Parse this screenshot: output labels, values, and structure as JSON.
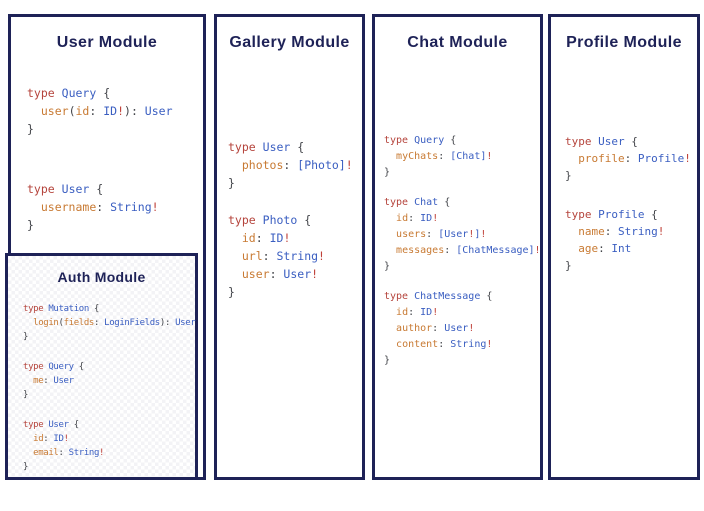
{
  "colors": {
    "navy": "#1e2257",
    "keyword": "#b5443c",
    "type": "#3a5ec1",
    "field": "#c87a33",
    "punct": "#43454a",
    "bang": "#bf4038",
    "checker": "#f3f3f6",
    "bg": "#ffffff"
  },
  "panels": {
    "user": {
      "title": "User Module",
      "code": [
        [
          [
            [
              "kw",
              "type"
            ],
            [
              "punct",
              " "
            ],
            [
              "type",
              "Query"
            ],
            [
              "punct",
              " {"
            ]
          ],
          [
            [
              "punct",
              "  "
            ],
            [
              "field",
              "user"
            ],
            [
              "punct",
              "("
            ],
            [
              "field",
              "id"
            ],
            [
              "punct",
              ": "
            ],
            [
              "type",
              "ID"
            ],
            [
              "bang",
              "!"
            ],
            [
              "punct",
              "): "
            ],
            [
              "type",
              "User"
            ]
          ],
          [
            [
              "punct",
              "}"
            ]
          ]
        ],
        [
          [
            [
              "kw",
              "type"
            ],
            [
              "punct",
              " "
            ],
            [
              "type",
              "User"
            ],
            [
              "punct",
              " {"
            ]
          ],
          [
            [
              "punct",
              "  "
            ],
            [
              "field",
              "username"
            ],
            [
              "punct",
              ": "
            ],
            [
              "type",
              "String"
            ],
            [
              "bang",
              "!"
            ]
          ],
          [
            [
              "punct",
              "}"
            ]
          ]
        ]
      ]
    },
    "auth": {
      "title": "Auth Module",
      "code": [
        [
          [
            [
              "kw",
              "type"
            ],
            [
              "punct",
              " "
            ],
            [
              "type",
              "Mutation"
            ],
            [
              "punct",
              " {"
            ]
          ],
          [
            [
              "punct",
              "  "
            ],
            [
              "field",
              "login"
            ],
            [
              "punct",
              "("
            ],
            [
              "field",
              "fields"
            ],
            [
              "punct",
              ": "
            ],
            [
              "type",
              "LoginFields"
            ],
            [
              "punct",
              "): "
            ],
            [
              "type",
              "User"
            ]
          ],
          [
            [
              "punct",
              "}"
            ]
          ]
        ],
        [
          [
            [
              "kw",
              "type"
            ],
            [
              "punct",
              " "
            ],
            [
              "type",
              "Query"
            ],
            [
              "punct",
              " {"
            ]
          ],
          [
            [
              "punct",
              "  "
            ],
            [
              "field",
              "me"
            ],
            [
              "punct",
              ": "
            ],
            [
              "type",
              "User"
            ]
          ],
          [
            [
              "punct",
              "}"
            ]
          ]
        ],
        [
          [
            [
              "kw",
              "type"
            ],
            [
              "punct",
              " "
            ],
            [
              "type",
              "User"
            ],
            [
              "punct",
              " {"
            ]
          ],
          [
            [
              "punct",
              "  "
            ],
            [
              "field",
              "id"
            ],
            [
              "punct",
              ": "
            ],
            [
              "type",
              "ID"
            ],
            [
              "bang",
              "!"
            ]
          ],
          [
            [
              "punct",
              "  "
            ],
            [
              "field",
              "email"
            ],
            [
              "punct",
              ": "
            ],
            [
              "type",
              "String"
            ],
            [
              "bang",
              "!"
            ]
          ],
          [
            [
              "punct",
              "}"
            ]
          ]
        ]
      ]
    },
    "gallery": {
      "title": "Gallery Module",
      "code": [
        [
          [
            [
              "kw",
              "type"
            ],
            [
              "punct",
              " "
            ],
            [
              "type",
              "User"
            ],
            [
              "punct",
              " {"
            ]
          ],
          [
            [
              "punct",
              "  "
            ],
            [
              "field",
              "photos"
            ],
            [
              "punct",
              ": "
            ],
            [
              "type",
              "[Photo]"
            ],
            [
              "bang",
              "!"
            ]
          ],
          [
            [
              "punct",
              "}"
            ]
          ]
        ],
        [
          [
            [
              "kw",
              "type"
            ],
            [
              "punct",
              " "
            ],
            [
              "type",
              "Photo"
            ],
            [
              "punct",
              " {"
            ]
          ],
          [
            [
              "punct",
              "  "
            ],
            [
              "field",
              "id"
            ],
            [
              "punct",
              ": "
            ],
            [
              "type",
              "ID"
            ],
            [
              "bang",
              "!"
            ]
          ],
          [
            [
              "punct",
              "  "
            ],
            [
              "field",
              "url"
            ],
            [
              "punct",
              ": "
            ],
            [
              "type",
              "String"
            ],
            [
              "bang",
              "!"
            ]
          ],
          [
            [
              "punct",
              "  "
            ],
            [
              "field",
              "user"
            ],
            [
              "punct",
              ": "
            ],
            [
              "type",
              "User"
            ],
            [
              "bang",
              "!"
            ]
          ],
          [
            [
              "punct",
              "}"
            ]
          ]
        ]
      ]
    },
    "chat": {
      "title": "Chat Module",
      "code": [
        [
          [
            [
              "kw",
              "type"
            ],
            [
              "punct",
              " "
            ],
            [
              "type",
              "Query"
            ],
            [
              "punct",
              " {"
            ]
          ],
          [
            [
              "punct",
              "  "
            ],
            [
              "field",
              "myChats"
            ],
            [
              "punct",
              ": "
            ],
            [
              "type",
              "[Chat]"
            ],
            [
              "bang",
              "!"
            ]
          ],
          [
            [
              "punct",
              "}"
            ]
          ]
        ],
        [
          [
            [
              "kw",
              "type"
            ],
            [
              "punct",
              " "
            ],
            [
              "type",
              "Chat"
            ],
            [
              "punct",
              " {"
            ]
          ],
          [
            [
              "punct",
              "  "
            ],
            [
              "field",
              "id"
            ],
            [
              "punct",
              ": "
            ],
            [
              "type",
              "ID"
            ],
            [
              "bang",
              "!"
            ]
          ],
          [
            [
              "punct",
              "  "
            ],
            [
              "field",
              "users"
            ],
            [
              "punct",
              ": "
            ],
            [
              "type",
              "[User"
            ],
            [
              "bang",
              "!"
            ],
            [
              "type",
              "]"
            ],
            [
              "bang",
              "!"
            ]
          ],
          [
            [
              "punct",
              "  "
            ],
            [
              "field",
              "messages"
            ],
            [
              "punct",
              ": "
            ],
            [
              "type",
              "[ChatMessage]"
            ],
            [
              "bang",
              "!"
            ]
          ],
          [
            [
              "punct",
              "}"
            ]
          ]
        ],
        [
          [
            [
              "kw",
              "type"
            ],
            [
              "punct",
              " "
            ],
            [
              "type",
              "ChatMessage"
            ],
            [
              "punct",
              " {"
            ]
          ],
          [
            [
              "punct",
              "  "
            ],
            [
              "field",
              "id"
            ],
            [
              "punct",
              ": "
            ],
            [
              "type",
              "ID"
            ],
            [
              "bang",
              "!"
            ]
          ],
          [
            [
              "punct",
              "  "
            ],
            [
              "field",
              "author"
            ],
            [
              "punct",
              ": "
            ],
            [
              "type",
              "User"
            ],
            [
              "bang",
              "!"
            ]
          ],
          [
            [
              "punct",
              "  "
            ],
            [
              "field",
              "content"
            ],
            [
              "punct",
              ": "
            ],
            [
              "type",
              "String"
            ],
            [
              "bang",
              "!"
            ]
          ],
          [
            [
              "punct",
              "}"
            ]
          ]
        ]
      ]
    },
    "profile": {
      "title": "Profile Module",
      "code": [
        [
          [
            [
              "kw",
              "type"
            ],
            [
              "punct",
              " "
            ],
            [
              "type",
              "User"
            ],
            [
              "punct",
              " {"
            ]
          ],
          [
            [
              "punct",
              "  "
            ],
            [
              "field",
              "profile"
            ],
            [
              "punct",
              ": "
            ],
            [
              "type",
              "Profile"
            ],
            [
              "bang",
              "!"
            ]
          ],
          [
            [
              "punct",
              "}"
            ]
          ]
        ],
        [
          [
            [
              "kw",
              "type"
            ],
            [
              "punct",
              " "
            ],
            [
              "type",
              "Profile"
            ],
            [
              "punct",
              " {"
            ]
          ],
          [
            [
              "punct",
              "  "
            ],
            [
              "field",
              "name"
            ],
            [
              "punct",
              ": "
            ],
            [
              "type",
              "String"
            ],
            [
              "bang",
              "!"
            ]
          ],
          [
            [
              "punct",
              "  "
            ],
            [
              "field",
              "age"
            ],
            [
              "punct",
              ": "
            ],
            [
              "type",
              "Int"
            ]
          ],
          [
            [
              "punct",
              "}"
            ]
          ]
        ]
      ]
    }
  }
}
